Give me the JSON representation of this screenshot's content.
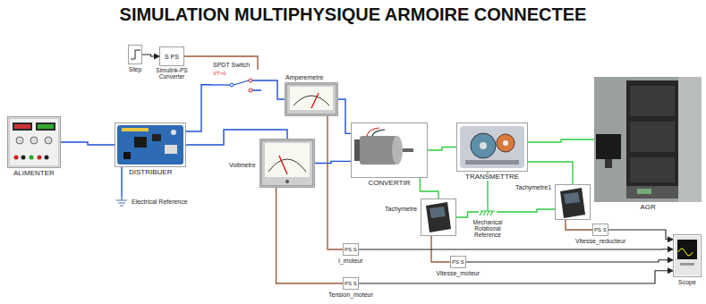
{
  "diagram": {
    "title": "SIMULATION MULTIPHYSIQUE ARMOIRE CONNECTEE",
    "nodes": [
      {
        "text": [
          "Step"
        ]
      },
      {
        "text": [
          "S PS",
          "Simulink-PS Converter"
        ]
      },
      {
        "text": [
          "SPDT Switch",
          "VT>0"
        ]
      },
      {
        "text": [
          "Amperemetre"
        ]
      },
      {
        "text": [
          "ALIMENTER"
        ]
      },
      {
        "text": [
          "DISTRIBUER"
        ]
      },
      {
        "text": [
          "Voltmetre"
        ]
      },
      {
        "text": [
          "CONVERTIR"
        ]
      },
      {
        "text": [
          "TRANSMETTRE"
        ]
      },
      {
        "text": [
          "AGR"
        ]
      },
      {
        "text": [
          "Electrical Reference"
        ]
      },
      {
        "text": [
          "Tachymetre"
        ]
      },
      {
        "text": [
          "Mechanical Rotational Reference"
        ]
      },
      {
        "text": [
          "Tachymetre1"
        ]
      },
      {
        "text": [
          "PS S",
          "I_moteur"
        ]
      },
      {
        "text": [
          "PS S",
          "Vitesse_reducteur"
        ]
      },
      {
        "text": [
          "PS S",
          "Vitesse_moteur"
        ]
      },
      {
        "text": [
          "PS S",
          "Tension_moteur"
        ]
      },
      {
        "text": [
          "Scope"
        ]
      }
    ],
    "edges": [
      {
        "from": 0,
        "to": 1,
        "arrow": "to"
      },
      {
        "from": 1,
        "to": 2,
        "arrow": "none"
      },
      {
        "from": 4,
        "to": 5,
        "arrow": "none"
      },
      {
        "from": 5,
        "to": 2,
        "arrow": "none"
      },
      {
        "from": 5,
        "to": 6,
        "arrow": "none"
      },
      {
        "from": 5,
        "to": 10,
        "arrow": "none"
      },
      {
        "from": 2,
        "to": 3,
        "arrow": "none"
      },
      {
        "from": 3,
        "to": 7,
        "arrow": "none"
      },
      {
        "from": 6,
        "to": 7,
        "arrow": "none"
      },
      {
        "from": 7,
        "to": 8,
        "arrow": "none"
      },
      {
        "from": 8,
        "to": 9,
        "arrow": "none"
      },
      {
        "from": 7,
        "to": 11,
        "arrow": "none"
      },
      {
        "from": 11,
        "to": 12,
        "arrow": "none"
      },
      {
        "from": 8,
        "to": 12,
        "arrow": "none"
      },
      {
        "from": 8,
        "to": 13,
        "arrow": "none"
      },
      {
        "from": 13,
        "to": 12,
        "arrow": "none"
      },
      {
        "from": 3,
        "to": 14,
        "arrow": "none"
      },
      {
        "from": 6,
        "to": 17,
        "arrow": "none"
      },
      {
        "from": 11,
        "to": 16,
        "arrow": "none"
      },
      {
        "from": 13,
        "to": 15,
        "arrow": "none"
      },
      {
        "from": 14,
        "to": 18,
        "arrow": "to"
      },
      {
        "from": 16,
        "to": 18,
        "arrow": "to"
      },
      {
        "from": 15,
        "to": 18,
        "arrow": "to"
      },
      {
        "from": 17,
        "to": 18,
        "arrow": "to"
      }
    ]
  }
}
